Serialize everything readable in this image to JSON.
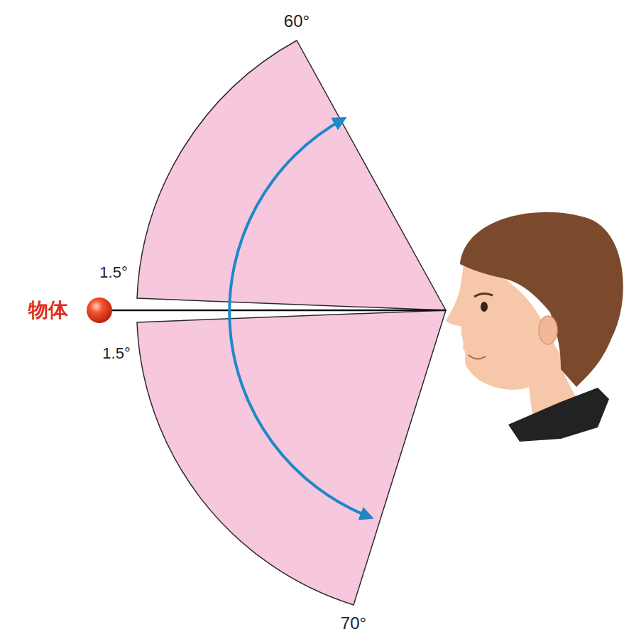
{
  "diagram": {
    "labels": [
      "60°",
      "1.5°",
      "物体",
      "1.5°",
      "70°"
    ]
  }
}
